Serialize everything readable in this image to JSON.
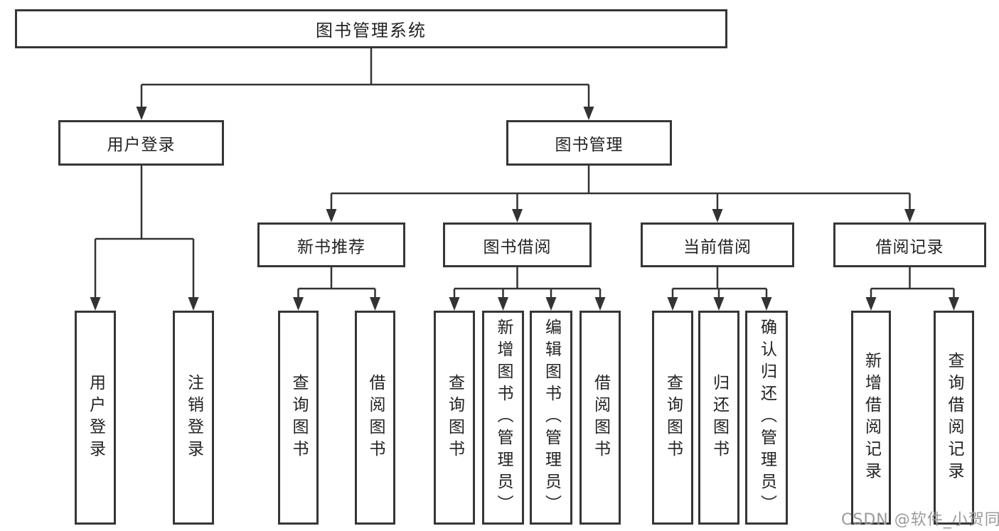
{
  "diagram": {
    "root_label": "图书管理系统",
    "level2": [
      {
        "label": "用户登录",
        "leaves": [
          "用户登录",
          "注销登录"
        ]
      },
      {
        "label": "图书管理",
        "groups": [
          {
            "label": "新书推荐",
            "leaves": [
              "查询图书",
              "借阅图书"
            ]
          },
          {
            "label": "图书借阅",
            "leaves": [
              "查询图书",
              "新增图书（管理员）",
              "编辑图书（管理员）",
              "借阅图书"
            ]
          },
          {
            "label": "当前借阅",
            "leaves": [
              "查询图书",
              "归还图书",
              "确认归还（管理员）"
            ]
          },
          {
            "label": "借阅记录",
            "leaves": [
              "新增借阅记录",
              "查询借阅记录"
            ]
          }
        ]
      }
    ]
  },
  "watermark": "CSDN @软件_小贺同学",
  "colors": {
    "background": "#ffffff",
    "box_border": "#363636",
    "connector_line": "#333333",
    "text": "#232323",
    "watermark_text": "#9a9a9a"
  }
}
